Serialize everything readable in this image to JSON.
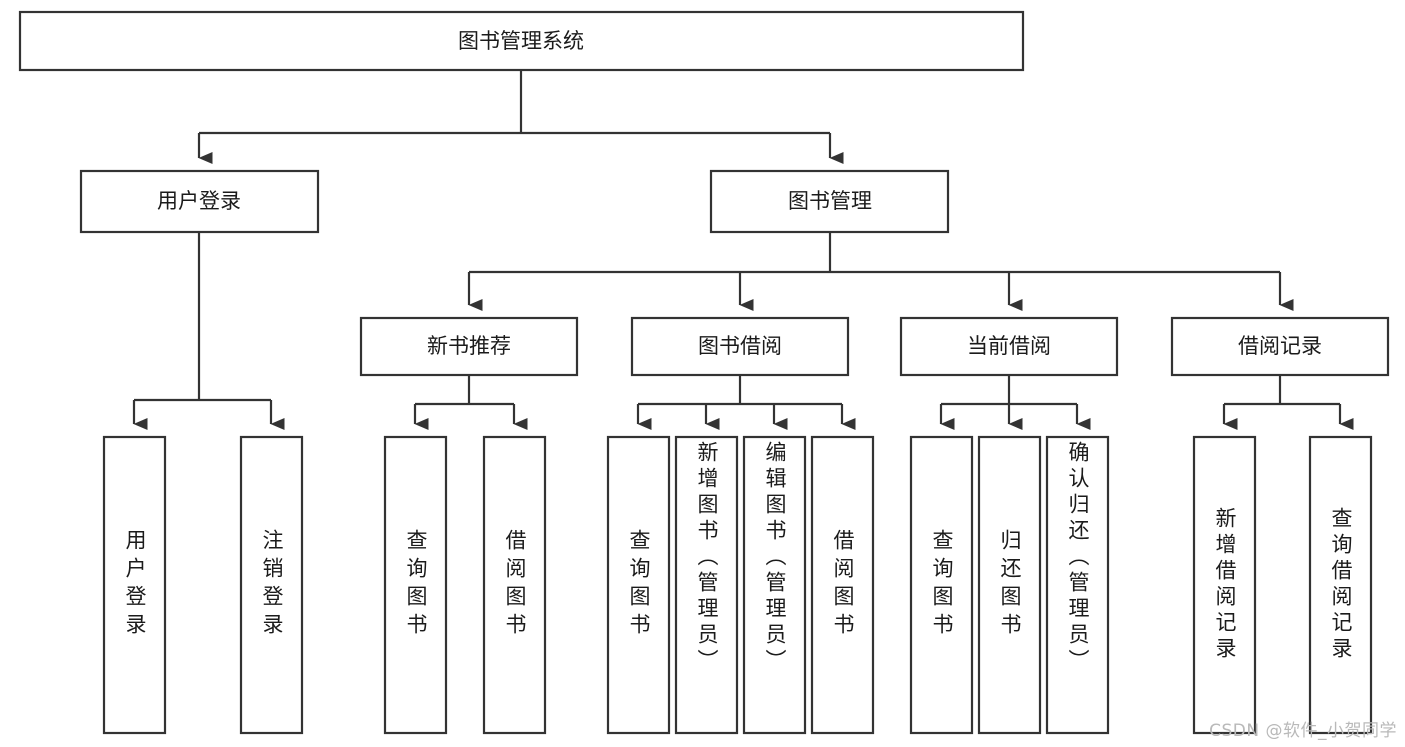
{
  "diagram": {
    "title": "图书管理系统",
    "type": "tree-hierarchy-diagram",
    "colors": {
      "box_stroke": "#333333",
      "box_fill": "#ffffff",
      "text": "#1b1b1b",
      "background": "#ffffff",
      "watermark": "#b9b9b9"
    },
    "root": {
      "label": "图书管理系统"
    },
    "level1": [
      {
        "label": "用户登录"
      },
      {
        "label": "图书管理"
      }
    ],
    "level2": [
      {
        "label": "新书推荐"
      },
      {
        "label": "图书借阅"
      },
      {
        "label": "当前借阅"
      },
      {
        "label": "借阅记录"
      }
    ],
    "leaves": {
      "user_login": [
        {
          "label": "用户登录"
        },
        {
          "label": "注销登录"
        }
      ],
      "new_book_recommend": [
        {
          "label": "查询图书"
        },
        {
          "label": "借阅图书"
        }
      ],
      "book_borrow": [
        {
          "label": "查询图书"
        },
        {
          "label": "新增图书（管理员）"
        },
        {
          "label": "编辑图书（管理员）"
        },
        {
          "label": "借阅图书"
        }
      ],
      "current_borrow": [
        {
          "label": "查询图书"
        },
        {
          "label": "归还图书"
        },
        {
          "label": "确认归还（管理员）"
        }
      ],
      "borrow_record": [
        {
          "label": "新增借阅记录"
        },
        {
          "label": "查询借阅记录"
        }
      ]
    }
  },
  "watermark": {
    "text": "CSDN @软件_小贺同学"
  }
}
